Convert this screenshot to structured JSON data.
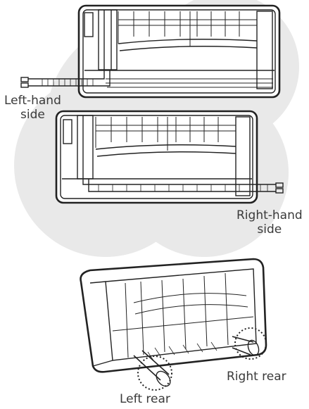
{
  "labels": {
    "left_hand_line1": "Left-hand",
    "left_hand_line2": "side",
    "right_hand_line1": "Right-hand",
    "right_hand_line2": "side",
    "right_rear": "Right rear",
    "left_rear": "Left rear"
  },
  "colors": {
    "background_blob": "#e9e9e9",
    "outline": "#222222",
    "unit_fill": "#ffffff",
    "label_text": "#3a3a3a"
  }
}
